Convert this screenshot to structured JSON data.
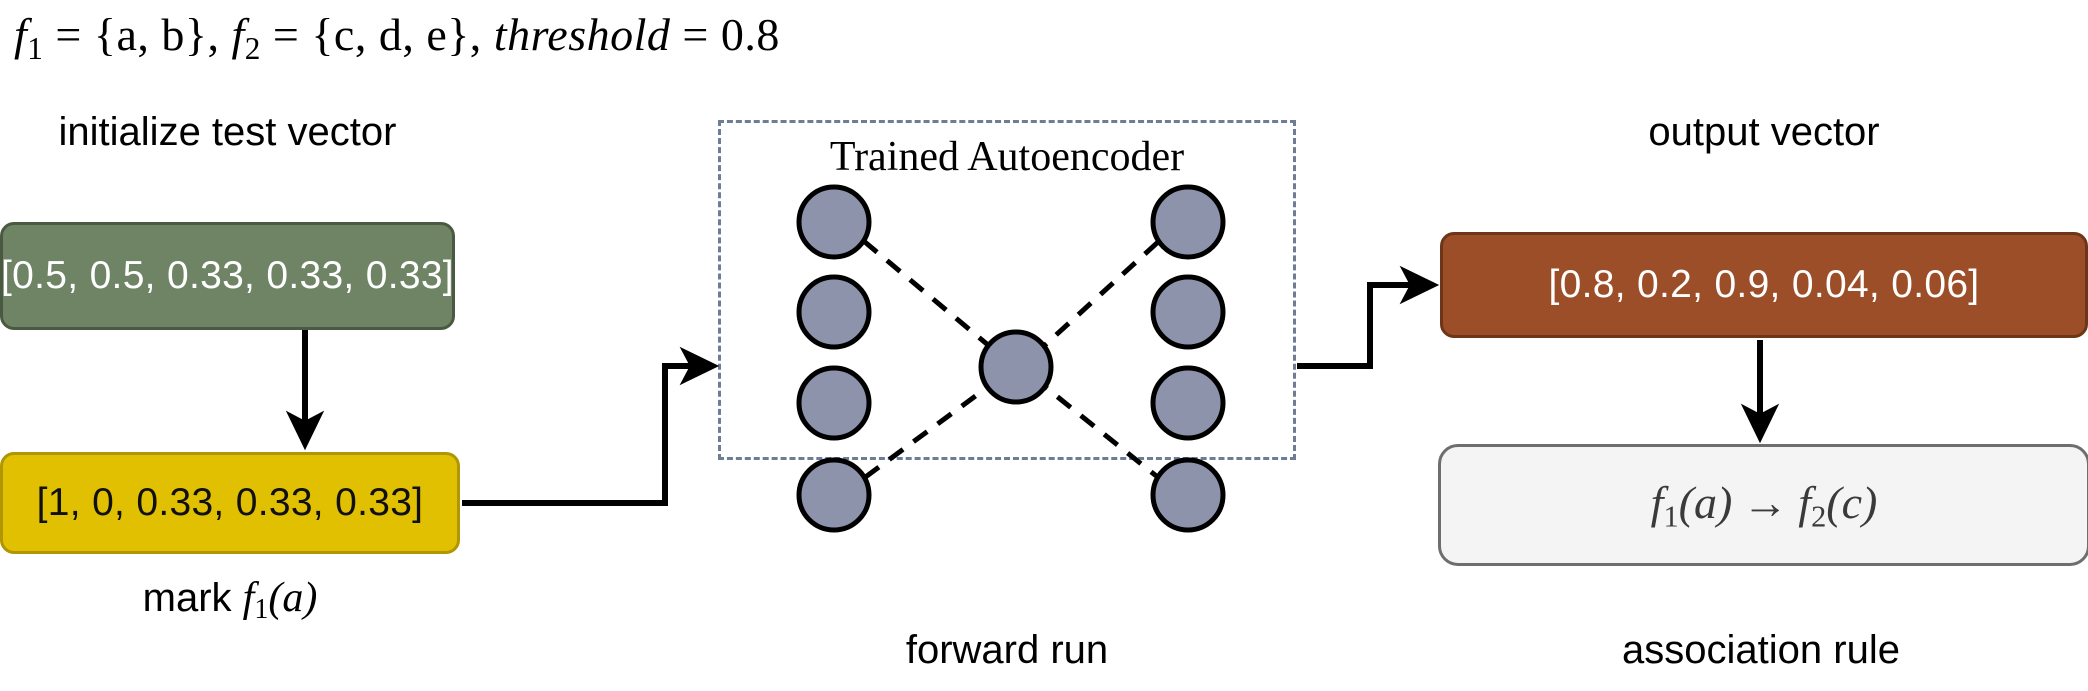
{
  "diagram": {
    "title_formula": {
      "f1_name": "f",
      "f1_sub": "1",
      "f1_set": " = {a, b},",
      "f2_name": "f",
      "f2_sub": "2",
      "f2_set": " = {c, d, e},",
      "threshold_word": "threshold",
      "threshold_eq": " = 0.8",
      "plain": "f1 = {a, b}, f2 = {c, d, e}, threshold = 0.8"
    },
    "labels": {
      "initialize_test_vector": "initialize test vector",
      "mark_prefix": "mark ",
      "mark_f": "f",
      "mark_sub": "1",
      "mark_arg": "(a)",
      "autoencoder_title": "Trained Autoencoder",
      "forward_run": "forward run",
      "output_vector": "output vector",
      "association_rule": "association rule"
    },
    "boxes": {
      "test_vector": {
        "value": "[0.5, 0.5, 0.33, 0.33, 0.33]",
        "fill": "#6F8465",
        "stroke": "#4A5A42",
        "text_color": "#FFFFFF"
      },
      "marked_vector": {
        "value": "[1, 0, 0.33, 0.33, 0.33]",
        "fill": "#E0C000",
        "stroke": "#B09600",
        "text_color": "#101010"
      },
      "output_vector": {
        "value": "[0.8, 0.2, 0.9, 0.04, 0.06]",
        "fill": "#9C4E28",
        "stroke": "#6E3618",
        "text_color": "#FFFFFF"
      },
      "association_rule": {
        "lhs_f": "f",
        "lhs_sub": "1",
        "lhs_arg": "(a)",
        "implies": "→",
        "rhs_f": "f",
        "rhs_sub": "2",
        "rhs_arg": "(c)",
        "fill": "#F4F4F4",
        "stroke": "#6E6E6E",
        "text_color": "#3A3A3A"
      }
    },
    "network": {
      "node_fill": "#8E93AC",
      "node_stroke": "#000000",
      "container_stroke": "#6E7C96",
      "input_node_count": 4,
      "bottleneck_node_count": 1,
      "output_node_count": 4,
      "edge_style": "dashed"
    },
    "arrows": {
      "color": "#000000",
      "green_to_yellow": "down",
      "yellow_to_autoencoder": "right-elbow",
      "autoencoder_to_output": "right-elbow",
      "output_to_rule": "down"
    }
  }
}
